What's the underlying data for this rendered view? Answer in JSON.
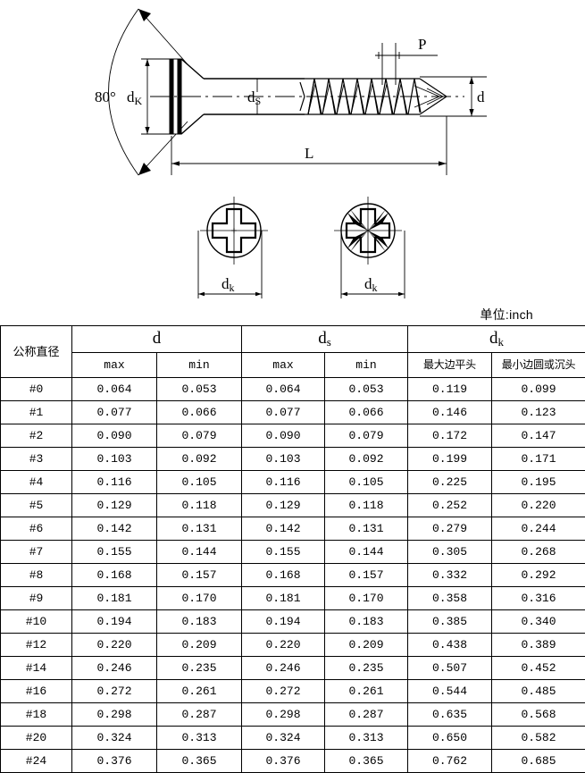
{
  "drawing": {
    "angle_label": "80°",
    "head_dia_label": "d",
    "head_dia_sub": "K",
    "shank_label": "d",
    "shank_sub": "S",
    "pitch_label": "P",
    "thread_dia_label": "d",
    "length_label": "L",
    "head_views": [
      {
        "type": "phillips-cross-recess",
        "dim_label": "d",
        "dim_sub": "k"
      },
      {
        "type": "pozidriv-recess",
        "dim_label": "d",
        "dim_sub": "k"
      }
    ]
  },
  "unit_note": "单位:inch",
  "table": {
    "group_headers": [
      {
        "label": "d",
        "sub": "",
        "span": 2
      },
      {
        "label": "d",
        "sub": "s",
        "span": 2
      },
      {
        "label": "d",
        "sub": "k",
        "span": 2
      }
    ],
    "columns": [
      "公称直径",
      "max",
      "min",
      "max",
      "min",
      "最大边平头",
      "最小边圆或沉头"
    ],
    "rows": [
      [
        "#0",
        "0.064",
        "0.053",
        "0.064",
        "0.053",
        "0.119",
        "0.099"
      ],
      [
        "#1",
        "0.077",
        "0.066",
        "0.077",
        "0.066",
        "0.146",
        "0.123"
      ],
      [
        "#2",
        "0.090",
        "0.079",
        "0.090",
        "0.079",
        "0.172",
        "0.147"
      ],
      [
        "#3",
        "0.103",
        "0.092",
        "0.103",
        "0.092",
        "0.199",
        "0.171"
      ],
      [
        "#4",
        "0.116",
        "0.105",
        "0.116",
        "0.105",
        "0.225",
        "0.195"
      ],
      [
        "#5",
        "0.129",
        "0.118",
        "0.129",
        "0.118",
        "0.252",
        "0.220"
      ],
      [
        "#6",
        "0.142",
        "0.131",
        "0.142",
        "0.131",
        "0.279",
        "0.244"
      ],
      [
        "#7",
        "0.155",
        "0.144",
        "0.155",
        "0.144",
        "0.305",
        "0.268"
      ],
      [
        "#8",
        "0.168",
        "0.157",
        "0.168",
        "0.157",
        "0.332",
        "0.292"
      ],
      [
        "#9",
        "0.181",
        "0.170",
        "0.181",
        "0.170",
        "0.358",
        "0.316"
      ],
      [
        "#10",
        "0.194",
        "0.183",
        "0.194",
        "0.183",
        "0.385",
        "0.340"
      ],
      [
        "#12",
        "0.220",
        "0.209",
        "0.220",
        "0.209",
        "0.438",
        "0.389"
      ],
      [
        "#14",
        "0.246",
        "0.235",
        "0.246",
        "0.235",
        "0.507",
        "0.452"
      ],
      [
        "#16",
        "0.272",
        "0.261",
        "0.272",
        "0.261",
        "0.544",
        "0.485"
      ],
      [
        "#18",
        "0.298",
        "0.287",
        "0.298",
        "0.287",
        "0.635",
        "0.568"
      ],
      [
        "#20",
        "0.324",
        "0.313",
        "0.324",
        "0.313",
        "0.650",
        "0.582"
      ],
      [
        "#24",
        "0.376",
        "0.365",
        "0.376",
        "0.365",
        "0.762",
        "0.685"
      ]
    ]
  },
  "colors": {
    "line": "#000000",
    "background": "#ffffff"
  }
}
